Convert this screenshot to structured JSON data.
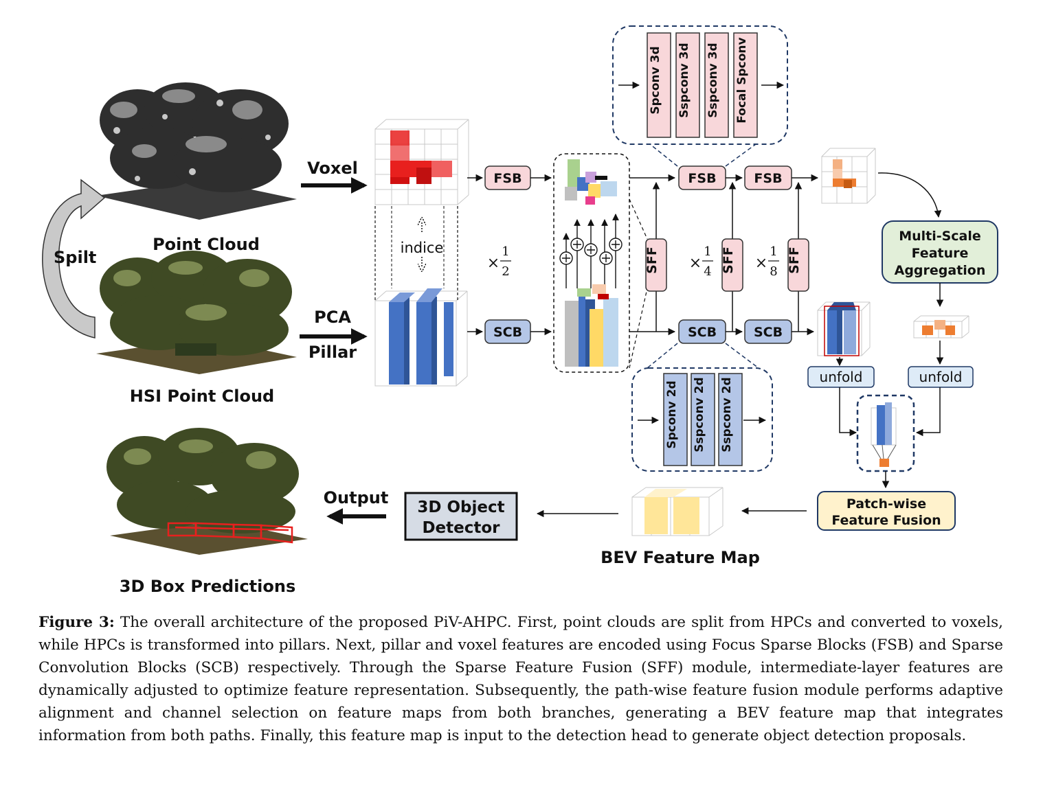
{
  "labels": {
    "point_cloud": "Point Cloud",
    "hsi_point_cloud": "HSI Point Cloud",
    "box_predictions": "3D Box Predictions",
    "split": "Spilt",
    "voxel": "Voxel",
    "pca": "PCA",
    "pillar": "Pillar",
    "indice": "indice",
    "output": "Output",
    "bev": "BEV Feature Map"
  },
  "scales": {
    "half": {
      "times": "×",
      "num": "1",
      "den": "2"
    },
    "quarter": {
      "times": "×",
      "num": "1",
      "den": "4"
    },
    "eighth": {
      "times": "×",
      "num": "1",
      "den": "8"
    }
  },
  "blocks": {
    "fsb": "FSB",
    "scb": "SCB",
    "sff": "SFF",
    "msfa": [
      "Multi-Scale",
      "Feature",
      "Aggregation"
    ],
    "unfold": "unfold",
    "pwff": [
      "Patch-wise",
      "Feature Fusion"
    ],
    "detector": [
      "3D Object",
      "Detector"
    ],
    "fsb_detail": [
      "Spconv 3d",
      "Sspconv 3d",
      "Sspconv 3d",
      "Focal Spconv"
    ],
    "scb_detail": [
      "Spconv 2d",
      "Sspconv 2d",
      "Sspconv 2d"
    ]
  },
  "colors": {
    "fsb_fill": "#f8d7da",
    "scb_fill": "#b4c6e7",
    "msfa_fill": "#e2efd9",
    "pwff_fill": "#fff2cc",
    "unfold_fill": "#deebf7",
    "detector_fill": "#d6dce5",
    "red_voxel": "#e8201e",
    "blue_pillar": "#4472c4",
    "orange": "#ed7d31",
    "yellow": "#ffe699"
  },
  "caption": {
    "label": "Figure 3:",
    "text": "The overall architecture of the proposed PiV-AHPC. First, point clouds are split from HPCs and converted to voxels, while HPCs is transformed into pillars. Next, pillar and voxel features are encoded using Focus Sparse Blocks (FSB) and Sparse Convolution Blocks (SCB) respectively. Through the Sparse Feature Fusion (SFF) module, intermediate-layer features are dynamically adjusted to optimize feature representation. Subsequently, the path-wise feature fusion module performs adaptive alignment and channel selection on feature maps from both branches, generating a BEV feature map that integrates information from both paths. Finally, this feature map is input to the detection head to generate object detection proposals."
  }
}
